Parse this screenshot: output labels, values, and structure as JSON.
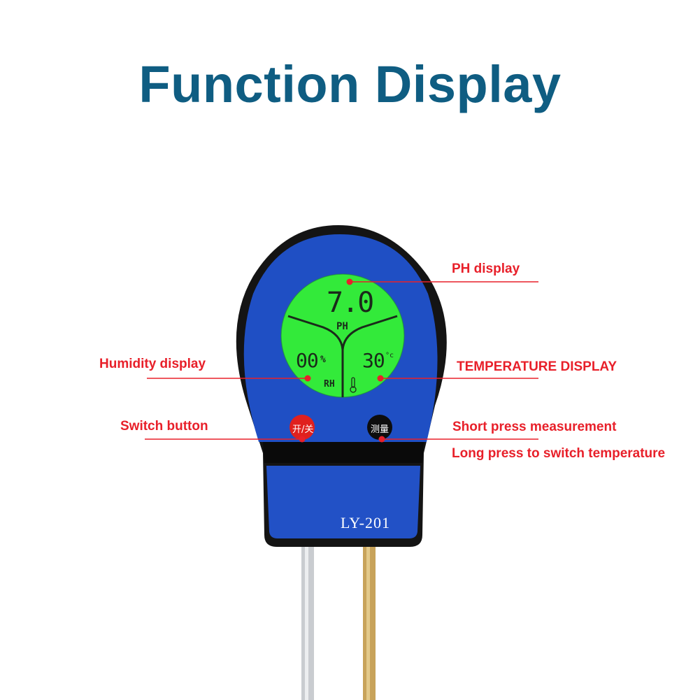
{
  "title": "Function Display",
  "device": {
    "model": "LY-201",
    "ph_value": "7.0",
    "ph_unit": "PH",
    "humidity_value": "00",
    "humidity_unit": "%",
    "humidity_label": "RH",
    "temperature_value": "30",
    "temperature_unit": "°c",
    "power_button_label": "开/关",
    "measure_button_label": "测量"
  },
  "labels": {
    "ph_display": "PH display",
    "humidity_display": "Humidity display",
    "temperature_display": "TEMPERATURE DISPLAY",
    "switch_button": "Switch button",
    "short_press": "Short press measurement",
    "long_press": "Long press to switch temperature"
  },
  "colors": {
    "title": "#0f5d82",
    "body": "#1f4fc4",
    "lcd": "#33ea3a",
    "callout": "#e8202a"
  }
}
